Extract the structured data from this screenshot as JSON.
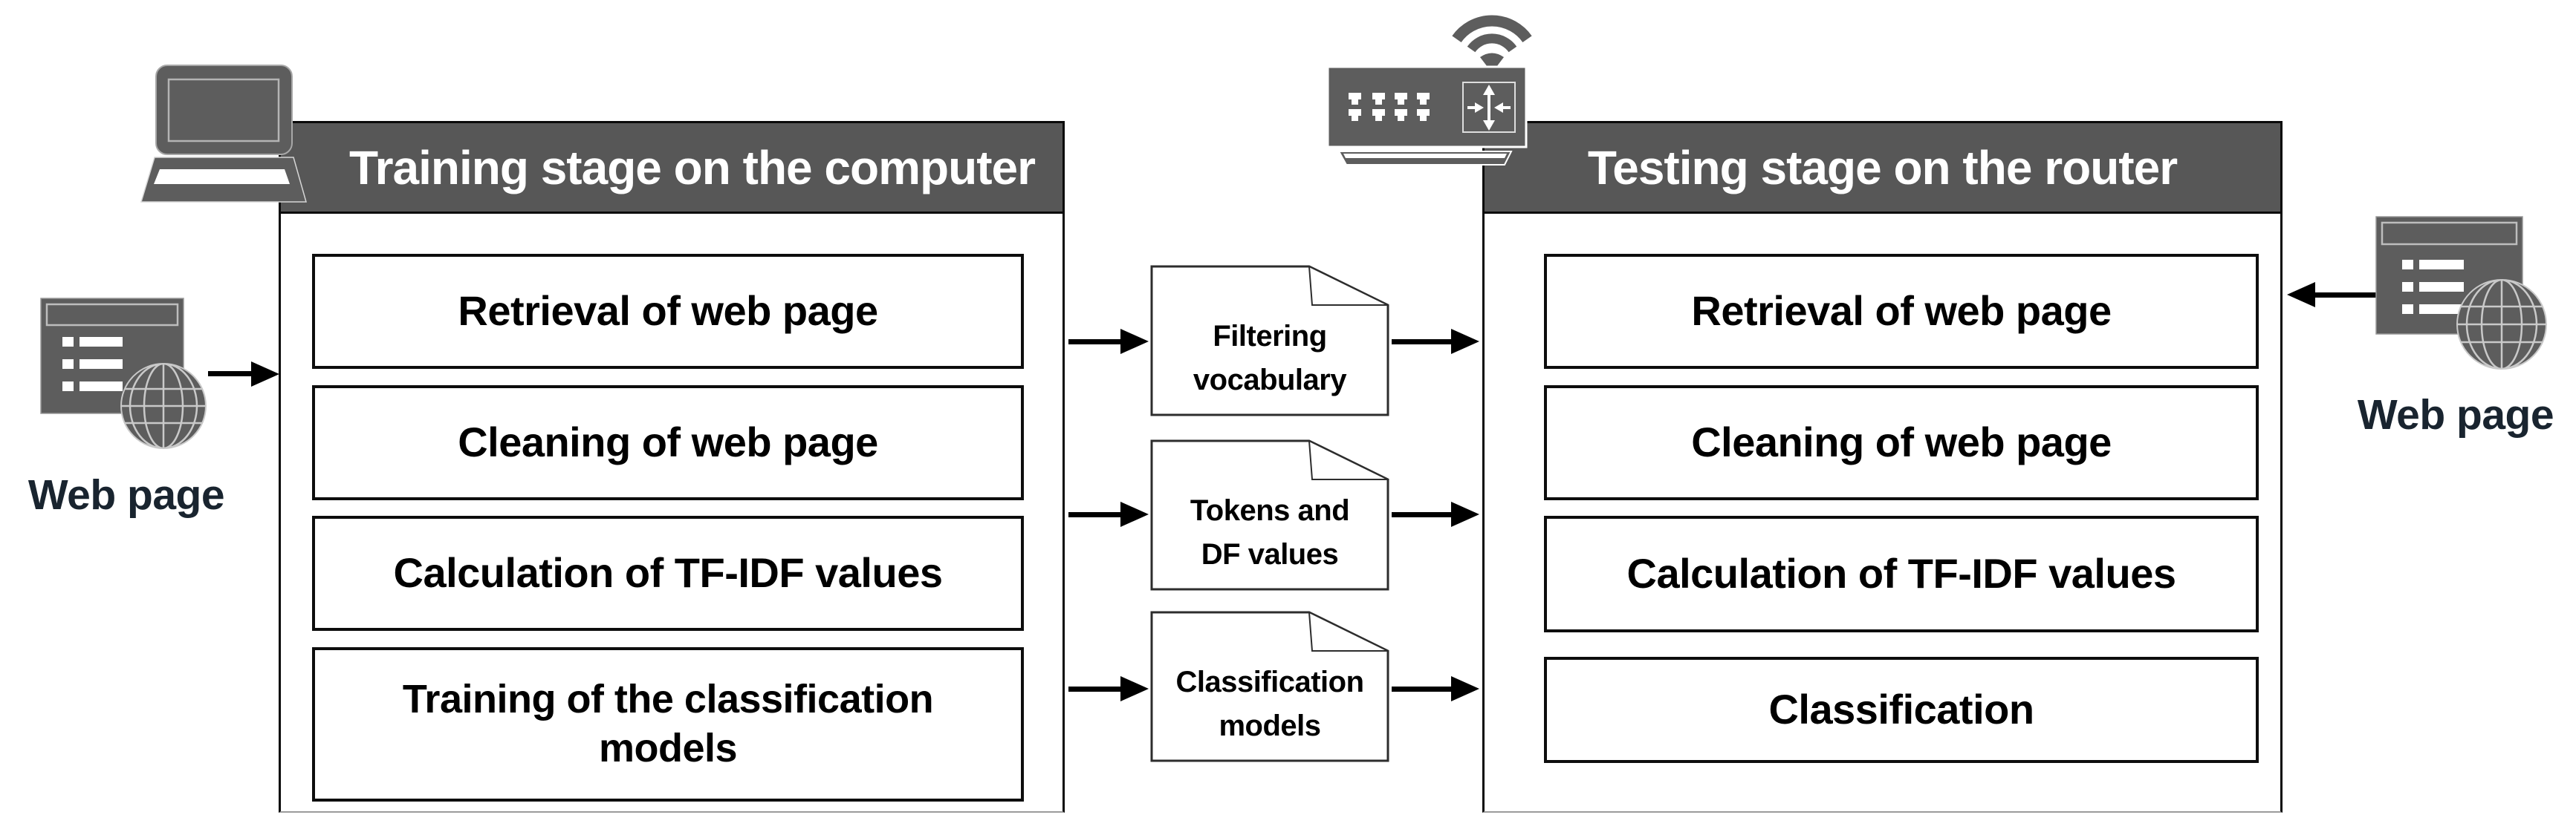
{
  "figure": {
    "type": "flow-diagram",
    "background": "#ffffff"
  },
  "colors": {
    "icon_gray": "#5d5d5d",
    "header_gray": "#575757",
    "panel_border": "#0a0a0a",
    "box_border": "#0d0d0d",
    "arrow_black": "#000000",
    "source_label_text": "#19242f",
    "header_text": "#ffffff",
    "globe_line": "#c9c9c9"
  },
  "left_group": {
    "source_label": "Web page",
    "panel": {
      "title": "Training stage on the computer",
      "steps": [
        "Retrieval of web page",
        "Cleaning of web page",
        "Calculation of TF-IDF values",
        "Training of the classification models"
      ]
    }
  },
  "artifacts": [
    {
      "line1": "Filtering",
      "line2": "vocabulary"
    },
    {
      "line1": "Tokens and",
      "line2": "DF values"
    },
    {
      "line1": "Classification",
      "line2": "models"
    }
  ],
  "right_group": {
    "source_label": "Web page",
    "panel": {
      "title": "Testing stage on the router",
      "steps": [
        "Retrieval of web page",
        "Cleaning of web page",
        "Calculation of TF-IDF values",
        "Classification"
      ]
    }
  },
  "icons": {
    "laptop": "laptop-icon",
    "router": "router-icon",
    "wifi": "wifi-icon",
    "webpage": "browser-window-with-globe-icon",
    "document": "document-page-icon",
    "arrow": "flow-arrow-icon"
  }
}
